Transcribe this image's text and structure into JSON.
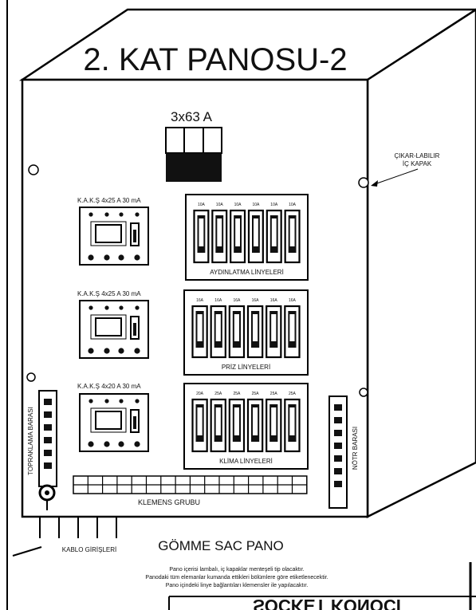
{
  "title": "2. KAT PANOSU-2",
  "main_breaker": {
    "label": "3x63 A",
    "poles": 3
  },
  "removable_cover": {
    "line1": "ÇIKAR-LABILIR",
    "line2": "İÇ KAPAK"
  },
  "rcd_labels": [
    "K.A.K.Ş 4x25 A 30 mA",
    "K.A.K.Ş 4x25 A 30 mA",
    "K.A.K.Ş 4x20 A 30 mA"
  ],
  "groups": [
    {
      "name": "AYDINLATMA LİNYELERİ",
      "ratings": [
        "10A",
        "10A",
        "10A",
        "10A",
        "10A",
        "10A"
      ]
    },
    {
      "name": "PRİZ LİNYELERİ",
      "ratings": [
        "16A",
        "16A",
        "16A",
        "16A",
        "16A",
        "16A"
      ]
    },
    {
      "name": "KLİMA LİNYELERİ",
      "ratings": [
        "20A",
        "25A",
        "25A",
        "25A",
        "25A",
        "25A"
      ]
    }
  ],
  "bars": {
    "earth": "TOPRAKLAMA BARASI",
    "neutral": "NÖTR BARASI"
  },
  "terminal_block": "KLEMENS GRUBU",
  "cable_entries": "KABLO GİRİŞLERİ",
  "subtitle": "GÖMME SAC PANO",
  "notes": [
    "Pano içerisi lambalı, iç kapaklar menteşeli tip olacaktır.",
    "Panodaki tüm elemanlar kumanda ettikleri bölümlere göre etiketlenecektir.",
    "Pano içindeki linye bağlantıları klemensler ile yapılacaktır."
  ],
  "footer_cut": "SOCKET KONOCI"
}
